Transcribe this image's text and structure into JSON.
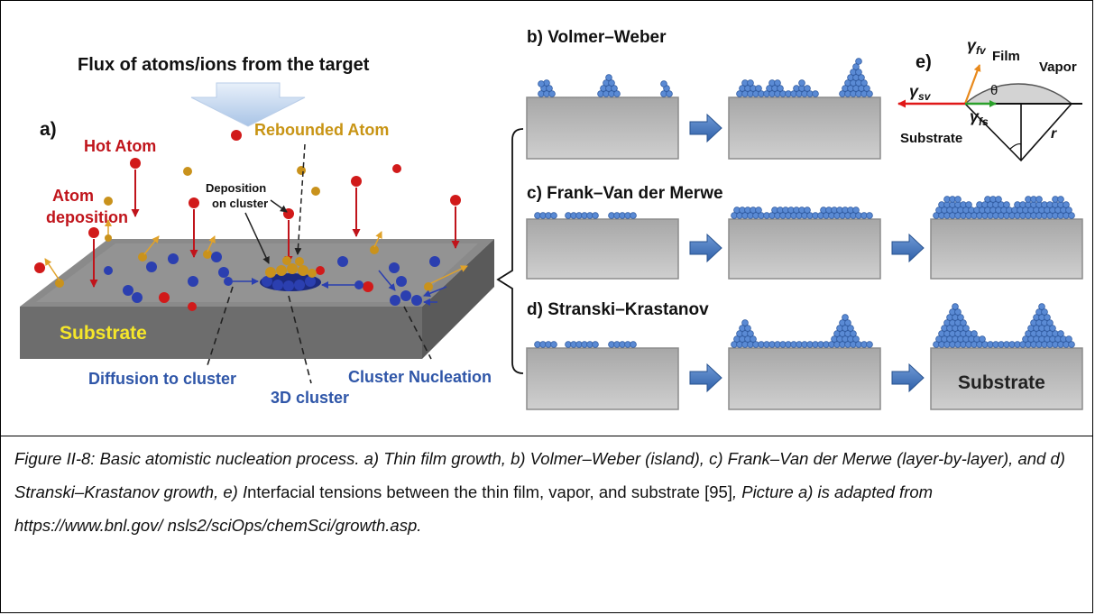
{
  "figure": {
    "panel_a": {
      "flux_title": "Flux of atoms/ions from the target",
      "label": "a)",
      "hot_atom": "Hot Atom",
      "rebounded_atom": "Rebounded Atom",
      "atom_deposition_1": "Atom",
      "atom_deposition_2": "deposition",
      "deposition_cluster_1": "Deposition",
      "deposition_cluster_2": "on cluster",
      "substrate": "Substrate",
      "diffusion": "Diffusion to cluster",
      "cluster_3d": "3D cluster",
      "cluster_nucleation": "Cluster Nucleation"
    },
    "panel_b": {
      "title": "b) Volmer–Weber"
    },
    "panel_c": {
      "title": "c) Frank–Van der Merwe"
    },
    "panel_d": {
      "title": "d) Stranski–Krastanov",
      "substrate": "Substrate"
    },
    "panel_e": {
      "label": "e)",
      "gamma_fv": "γfv",
      "gamma_sv": "γsv",
      "gamma_fs": "γfs",
      "film": "Film",
      "vapor": "Vapor",
      "theta": "θ",
      "substrate": "Substrate",
      "r": "r"
    },
    "colors": {
      "atom_blue": "#2b3fb0",
      "atom_red": "#d11a1a",
      "atom_gold": "#c9921c",
      "substrate_gray": "#8c8c8c",
      "arrow_blue": "#3f6fb8",
      "label_red": "#c0141b",
      "label_gold": "#c89414",
      "label_blue": "#2f56a8",
      "label_yellow": "#f5e62a"
    }
  },
  "caption": {
    "part1": "Figure II-8: Basic atomistic nucleation process. a) Thin film growth, b) Volmer–Weber (island), c) Frank–Van der Merwe (layer-by-layer), and d) Stranski–Krastanov growth, e) I",
    "part2": "nterfacial tensions between the thin film, vapor, and substrate [95]",
    "part3": ", Picture a) is adapted from https://www.bnl.gov/ nsls2/sciOps/chemSci/growth.asp."
  }
}
